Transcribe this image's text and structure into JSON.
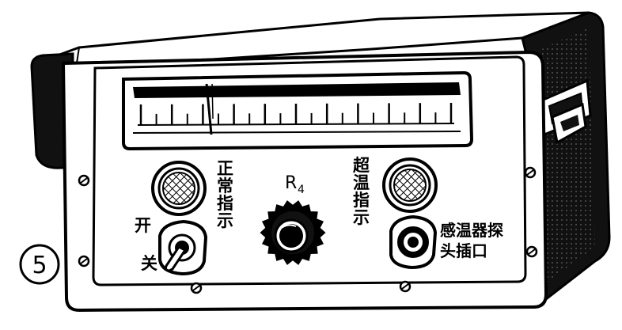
{
  "figure_number": "5",
  "meter": {
    "major_ticks": 10,
    "minor_per_major": 2,
    "needle_position": 0.12
  },
  "labels": {
    "normal_indicator": [
      "正",
      "常",
      "指",
      "示"
    ],
    "over_temp_indicator": [
      "超",
      "温",
      "指",
      "示"
    ],
    "knob": "R",
    "knob_subscript": "4",
    "switch_on": "开",
    "switch_off": "关",
    "probe_socket_line1": "感温器探",
    "probe_socket_line2": "头插口"
  },
  "colors": {
    "ink": "#000000",
    "paper": "#ffffff"
  }
}
